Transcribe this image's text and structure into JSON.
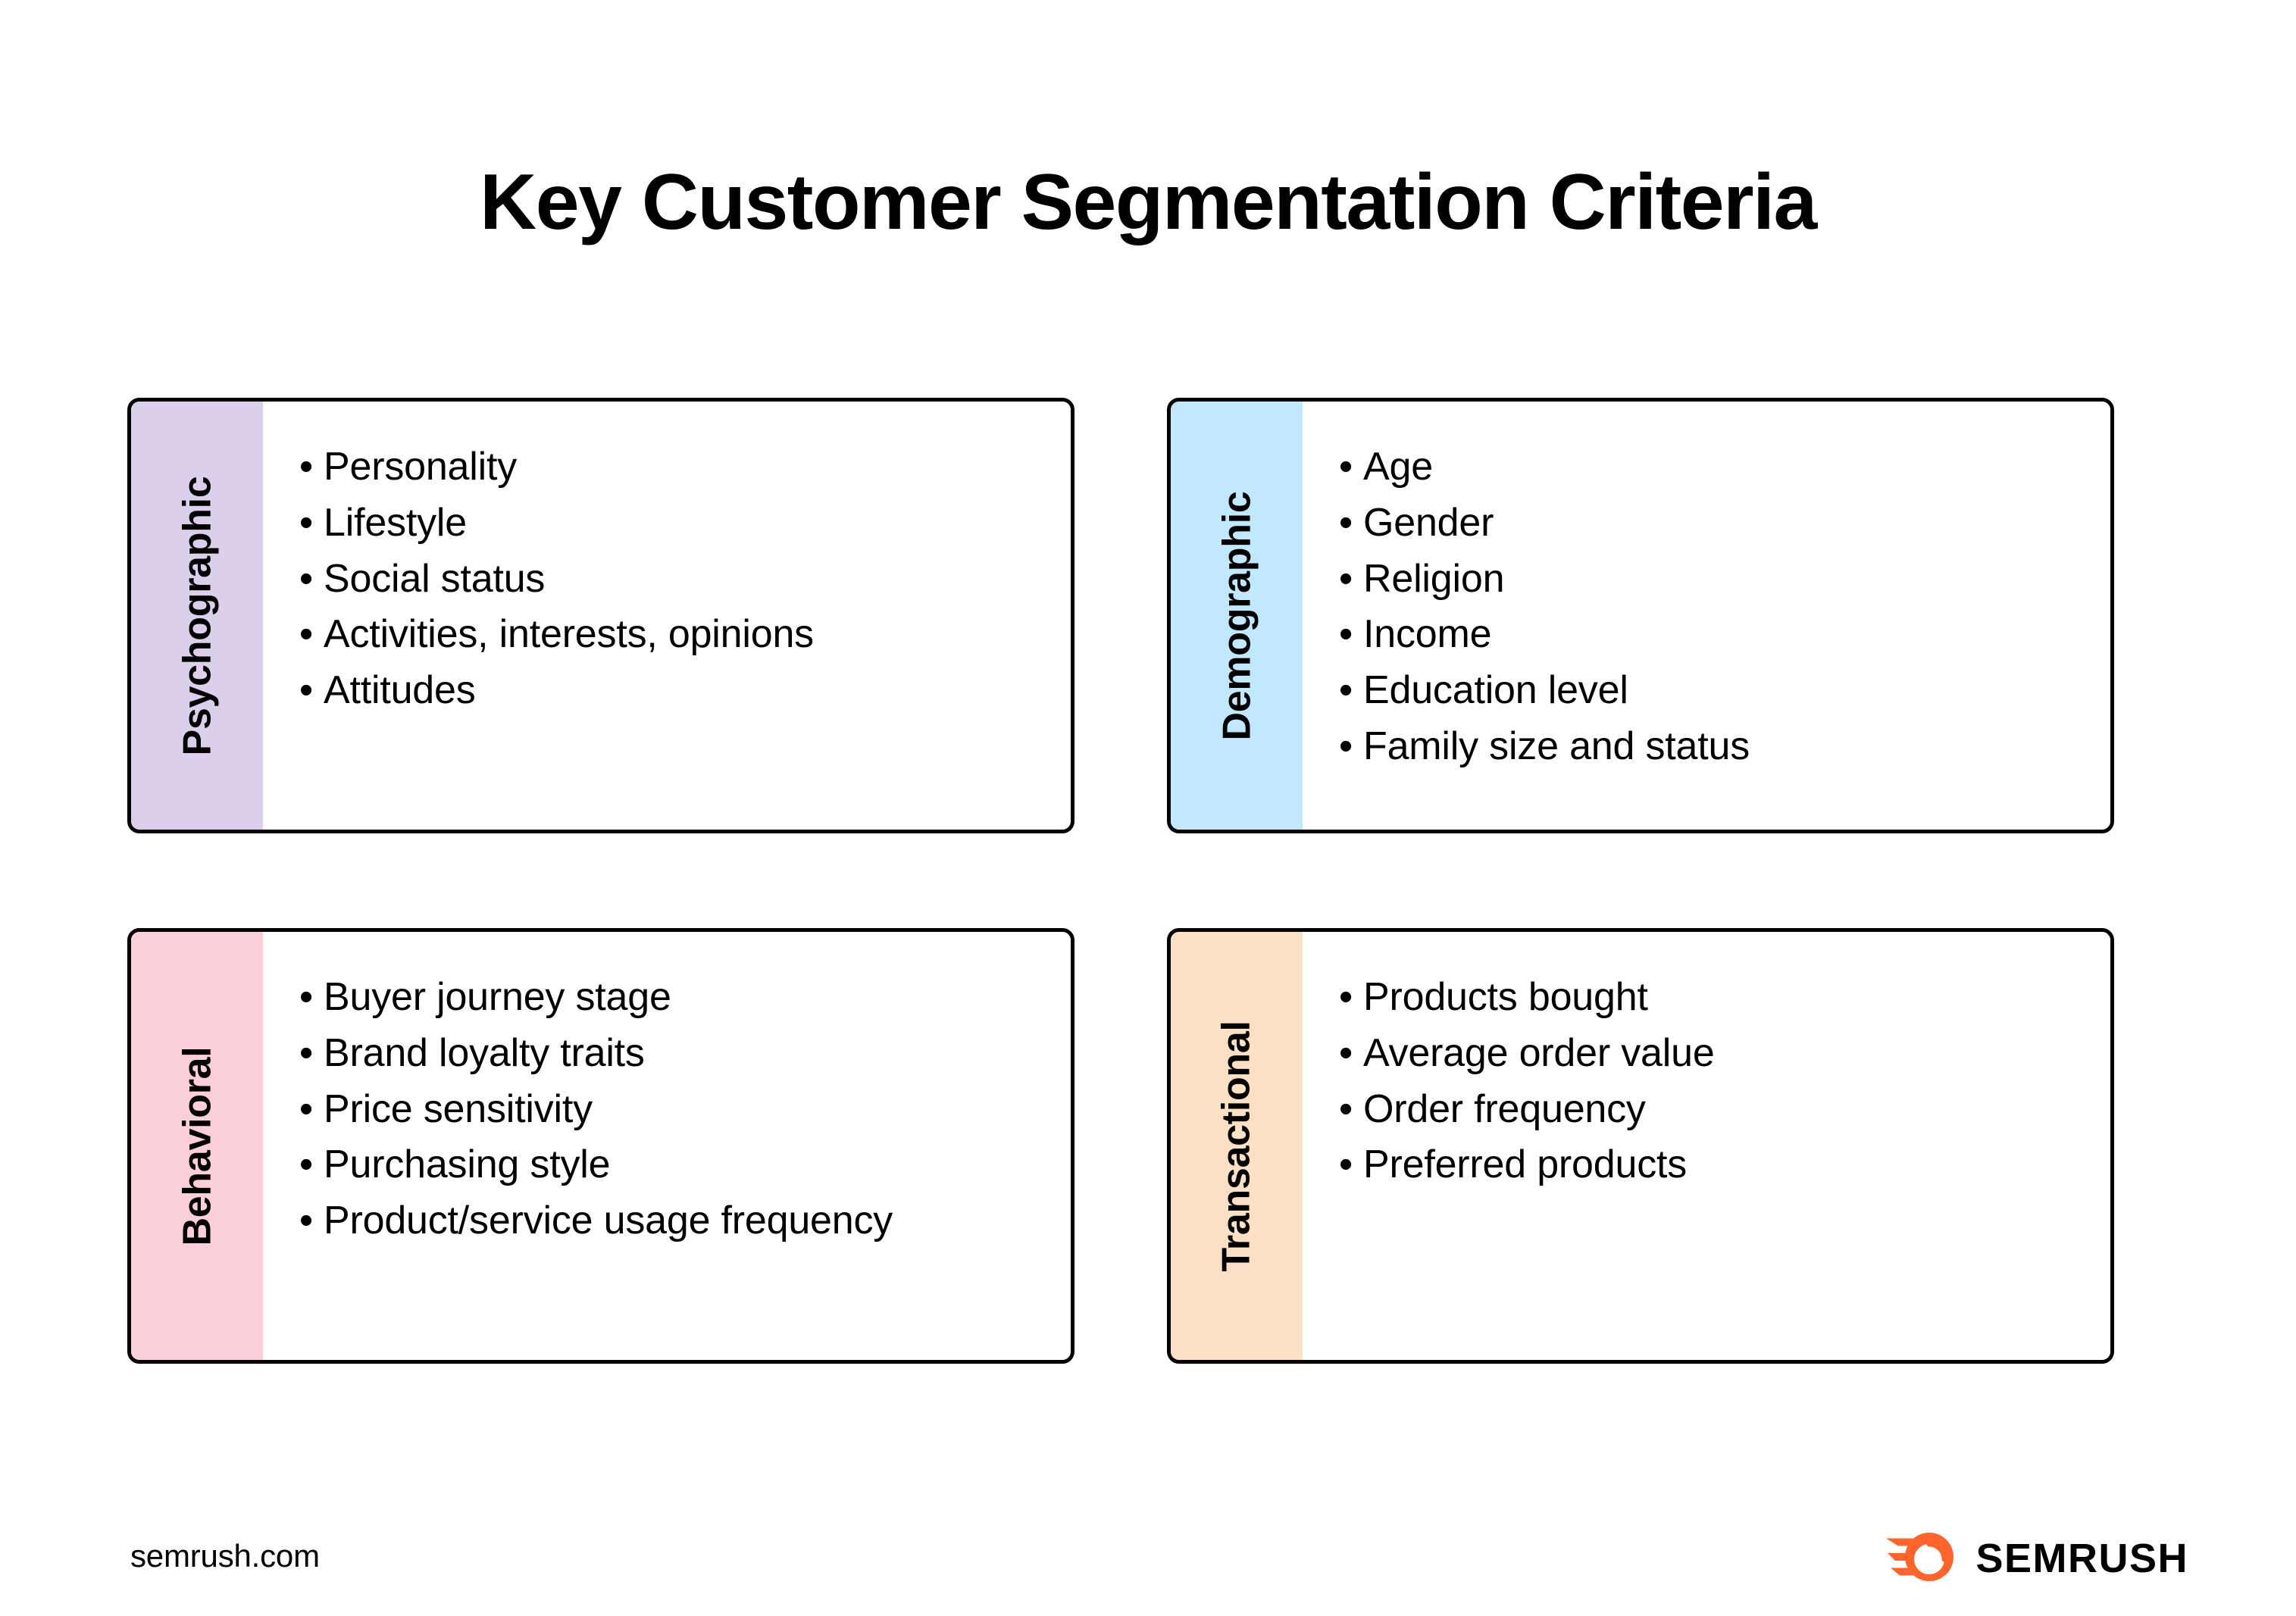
{
  "title": "Key Customer Segmentation Criteria",
  "cards": [
    {
      "label": "Psychographic",
      "band_color": "#DCCFEC",
      "items": [
        "Personality",
        "Lifestyle",
        "Social status",
        "Activities, interests, opinions",
        "Attitudes"
      ]
    },
    {
      "label": "Demographic",
      "band_color": "#C2E8FF",
      "items": [
        "Age",
        "Gender",
        "Religion",
        "Income",
        "Education level",
        "Family size and status"
      ]
    },
    {
      "label": "Behavioral",
      "band_color": "#FACFD9",
      "items": [
        "Buyer journey stage",
        "Brand loyalty traits",
        "Price sensitivity",
        "Purchasing style",
        "Product/service usage frequency"
      ]
    },
    {
      "label": "Transactional",
      "band_color": "#FBE0C6",
      "items": [
        "Products bought",
        "Average order value",
        "Order frequency",
        "Preferred products"
      ]
    }
  ],
  "bullet_glyph": "•",
  "footer": {
    "url": "semrush.com",
    "brand_name": "SEMRUSH",
    "brand_color": "#FF642D",
    "logo_icon": "semrush-comet-icon"
  }
}
